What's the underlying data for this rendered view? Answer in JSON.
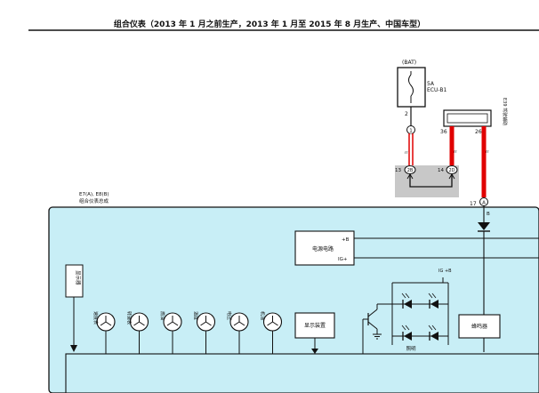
{
  "page": {
    "title": "组合仪表（2013 年 1 月之前生产，2013 年 1 月至 2015 年 8 月生产、中国车型）"
  },
  "fuse": {
    "supply": "(BAT)",
    "rating": "5A",
    "name": "ECU-B1",
    "terminal": "2"
  },
  "connector_top": {
    "pin": "1"
  },
  "junction": {
    "pin_left": "13",
    "pin_right": "14",
    "circle_left": "2B",
    "circle_right": "2D"
  },
  "ecu_box": {
    "label": "E39 驾驶辅助",
    "pin_left": "36",
    "pin_right": "26"
  },
  "meter": {
    "ref": "E7(A), E8(B)",
    "name": "组合仪表总成",
    "terminal_pin": "17",
    "terminal_conn": "A",
    "terminal_conn2": "B"
  },
  "power_circuit": {
    "label": "电源电路",
    "plus_b": "+B",
    "ig_plus": "IG+"
  },
  "tripmeter": {
    "label": "显示器"
  },
  "gauges": [
    {
      "label": "速度表"
    },
    {
      "label": "转速表"
    },
    {
      "label": "燃油"
    },
    {
      "label": "温度"
    },
    {
      "label": "电压"
    },
    {
      "label": "机油"
    }
  ],
  "display": {
    "label": "显示装置"
  },
  "leds": {
    "top_label": "IG +B",
    "bottom_label": "照明"
  },
  "buzzer": {
    "label": "蜂鸣器"
  },
  "colors": {
    "fill": "#c8eef6",
    "wire_red": "#e00000",
    "gray": "#c8c8c8"
  }
}
